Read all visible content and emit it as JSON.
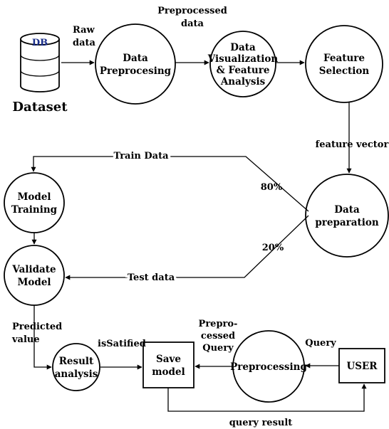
{
  "diagram": {
    "dataset": {
      "badge": "DB",
      "label": "Dataset"
    },
    "nodes": {
      "data_preprocessing": [
        "Data",
        "Preprocesing"
      ],
      "data_visualization": [
        "Data",
        "Visualization",
        "& Feature",
        "Analysis"
      ],
      "feature_selection": [
        "Feature",
        "Selection"
      ],
      "data_preparation": [
        "Data",
        "preparation"
      ],
      "model_training": [
        "Model",
        "Training"
      ],
      "validate_model": [
        "Validate",
        "Model"
      ],
      "result_analysis": [
        "Result",
        "analysis"
      ],
      "save_model": [
        "Save",
        "model"
      ],
      "preprocessing": [
        "Preprocessing"
      ],
      "user": [
        "USER"
      ]
    },
    "edge_labels": {
      "raw_data": [
        "Raw",
        "data"
      ],
      "preprocessed_data": [
        "Preprocessed",
        "data"
      ],
      "feature_vector": [
        "feature vector"
      ],
      "train_data": [
        "Train Data"
      ],
      "pct_80": [
        "80%"
      ],
      "pct_20": [
        "20%"
      ],
      "test_data": [
        "Test data"
      ],
      "predicted_value": [
        "Predicted",
        "value"
      ],
      "is_satisfied": [
        "isSatified"
      ],
      "preprocessed_query": [
        "Prepro-",
        "cessed",
        "Query"
      ],
      "query": [
        "Query"
      ],
      "query_result": [
        "query result"
      ]
    }
  }
}
